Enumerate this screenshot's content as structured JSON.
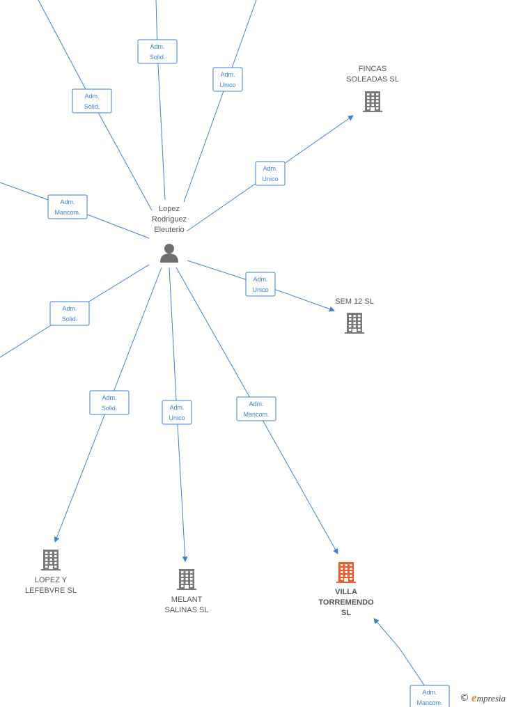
{
  "center": {
    "name_lines": [
      "Lopez",
      "Rodriguez",
      "Eleuterio"
    ],
    "icon": "person-icon"
  },
  "companies": [
    {
      "id": "fincas",
      "name_lines": [
        "FINCAS",
        "SOLEADAS SL"
      ],
      "icon": "building-icon",
      "color": "#7a7a7a",
      "highlight": false
    },
    {
      "id": "sem12",
      "name_lines": [
        "SEM 12  SL"
      ],
      "icon": "building-icon",
      "color": "#7a7a7a",
      "highlight": false
    },
    {
      "id": "lopezy",
      "name_lines": [
        "LOPEZ Y",
        "LEFEBVRE  SL"
      ],
      "icon": "building-icon",
      "color": "#7a7a7a",
      "highlight": false
    },
    {
      "id": "melant",
      "name_lines": [
        "MELANT",
        "SALINAS  SL"
      ],
      "icon": "building-icon",
      "color": "#7a7a7a",
      "highlight": false
    },
    {
      "id": "villa",
      "name_lines": [
        "VILLA",
        "TORREMENDO",
        "SL"
      ],
      "icon": "building-icon",
      "color": "#f05a28",
      "highlight": true
    }
  ],
  "edges": [
    {
      "id": "e1",
      "label_lines": [
        "Adm.",
        "Solid."
      ]
    },
    {
      "id": "e2",
      "label_lines": [
        "Adm.",
        "Solid."
      ]
    },
    {
      "id": "e3",
      "label_lines": [
        "Adm.",
        "Unico"
      ]
    },
    {
      "id": "e4",
      "label_lines": [
        "Adm.",
        "Unico"
      ]
    },
    {
      "id": "e5",
      "label_lines": [
        "Adm.",
        "Mancom."
      ]
    },
    {
      "id": "e6",
      "label_lines": [
        "Adm.",
        "Unico"
      ]
    },
    {
      "id": "e7",
      "label_lines": [
        "Adm.",
        "Solid."
      ]
    },
    {
      "id": "e8",
      "label_lines": [
        "Adm.",
        "Solid."
      ]
    },
    {
      "id": "e9",
      "label_lines": [
        "Adm.",
        "Unico"
      ]
    },
    {
      "id": "e10",
      "label_lines": [
        "Adm.",
        "Mancom."
      ]
    },
    {
      "id": "e11",
      "label_lines": [
        "Adm.",
        "Mancom."
      ]
    }
  ],
  "colors": {
    "edge": "#3b82d4",
    "building": "#7a7a7a",
    "highlight": "#f05a28",
    "person": "#6e6e6e"
  },
  "brand": {
    "copyright": "©",
    "initial": "e",
    "rest": "mpresia"
  }
}
